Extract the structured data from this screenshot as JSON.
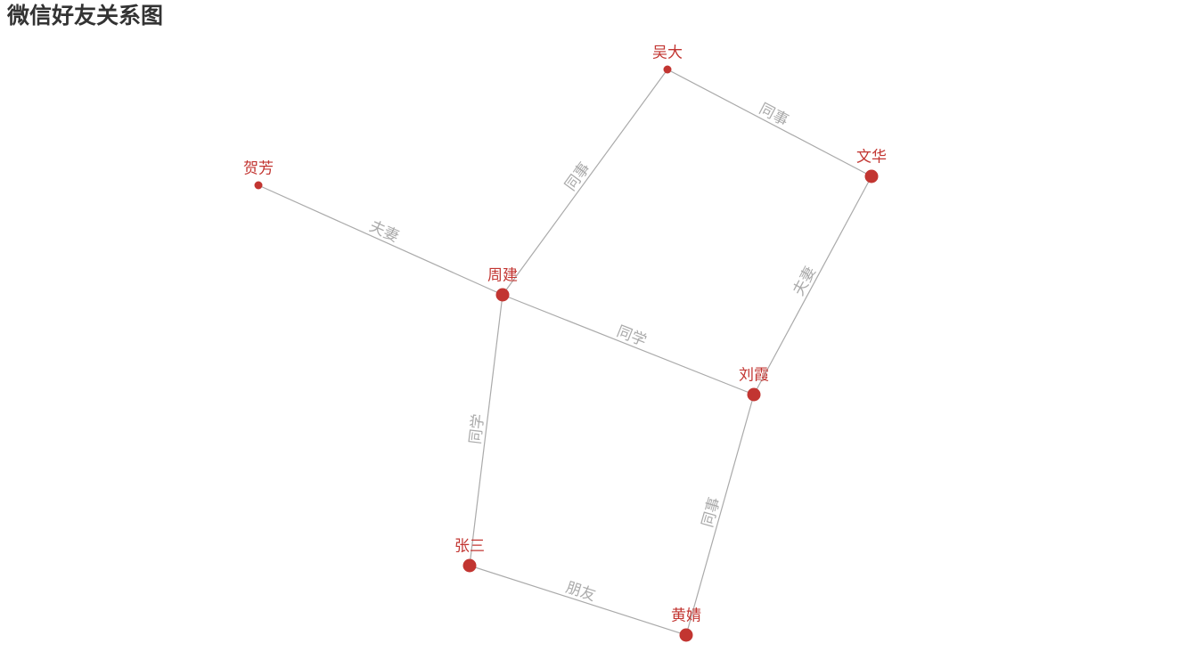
{
  "title": "微信好友关系图",
  "colors": {
    "node": "#c23531",
    "edge": "#aaaaaa",
    "title": "#333333"
  },
  "graph": {
    "nodes": [
      {
        "id": "wuda",
        "name": "吴大"
      },
      {
        "id": "wenhua",
        "name": "文华"
      },
      {
        "id": "hefang",
        "name": "贺芳"
      },
      {
        "id": "zhoujian",
        "name": "周建"
      },
      {
        "id": "liuxia",
        "name": "刘霞"
      },
      {
        "id": "zhangsan",
        "name": "张三"
      },
      {
        "id": "huangjing",
        "name": "黄婧"
      }
    ],
    "links": [
      {
        "source": "wuda",
        "target": "wenhua",
        "relation": "同事"
      },
      {
        "source": "wuda",
        "target": "zhoujian",
        "relation": "同事"
      },
      {
        "source": "hefang",
        "target": "zhoujian",
        "relation": "夫妻"
      },
      {
        "source": "wenhua",
        "target": "liuxia",
        "relation": "夫妻"
      },
      {
        "source": "zhoujian",
        "target": "liuxia",
        "relation": "同学"
      },
      {
        "source": "zhoujian",
        "target": "zhangsan",
        "relation": "同学"
      },
      {
        "source": "liuxia",
        "target": "huangjing",
        "relation": "同事"
      },
      {
        "source": "zhangsan",
        "target": "huangjing",
        "relation": "朋友"
      }
    ]
  }
}
